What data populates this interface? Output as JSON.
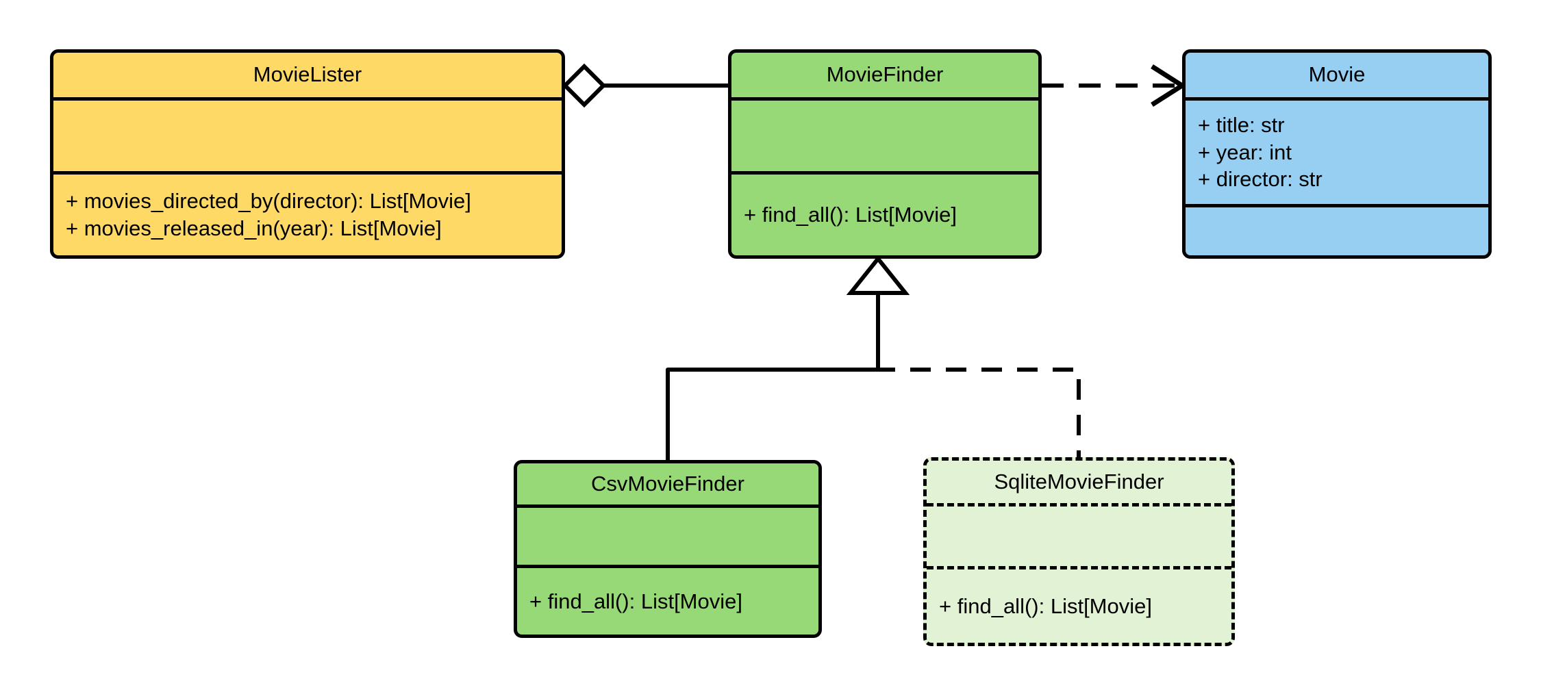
{
  "diagram": {
    "kind": "uml-class-diagram",
    "title": "MovieLister dependency injection class diagram",
    "background": "#ffffff",
    "line_color": "#000000",
    "text_color": "#000000"
  },
  "palette": {
    "yellow_fill": "#FFD966",
    "green_fill": "#97D977",
    "blue_fill": "#97CFF2",
    "pale_green_fill": "#E2F2D5",
    "stroke": "#000000"
  },
  "classes": {
    "movie_lister": {
      "name": "MovieLister",
      "fill": "#FFD966",
      "style": "solid",
      "attributes": [],
      "methods": [
        "+ movies_directed_by(director): List[Movie]",
        "+ movies_released_in(year): List[Movie]"
      ]
    },
    "movie_finder": {
      "name": "MovieFinder",
      "fill": "#97D977",
      "style": "solid",
      "attributes": [],
      "methods": [
        "+ find_all(): List[Movie]"
      ]
    },
    "movie": {
      "name": "Movie",
      "fill": "#97CFF2",
      "style": "solid",
      "attributes": [
        "+ title: str",
        "+ year: int",
        "+ director: str"
      ],
      "methods": []
    },
    "csv_movie_finder": {
      "name": "CsvMovieFinder",
      "fill": "#97D977",
      "style": "solid",
      "attributes": [],
      "methods": [
        "+ find_all(): List[Movie]"
      ]
    },
    "sqlite_movie_finder": {
      "name": "SqliteMovieFinder",
      "fill": "#E2F2D5",
      "style": "dashed",
      "attributes": [],
      "methods": [
        "+ find_all(): List[Movie]"
      ]
    }
  },
  "relationships": [
    {
      "id": "aggregation",
      "type": "aggregation",
      "from": "MovieLister",
      "to": "MovieFinder",
      "line_style": "solid",
      "source_marker": "hollow-diamond",
      "target_marker": "none"
    },
    {
      "id": "dependency",
      "type": "dependency",
      "from": "MovieFinder",
      "to": "Movie",
      "line_style": "dashed",
      "source_marker": "none",
      "target_marker": "open-arrow"
    },
    {
      "id": "generalization-csv",
      "type": "generalization",
      "from": "CsvMovieFinder",
      "to": "MovieFinder",
      "line_style": "solid",
      "source_marker": "none",
      "target_marker": "hollow-triangle"
    },
    {
      "id": "generalization-sqlite",
      "type": "generalization",
      "from": "SqliteMovieFinder",
      "to": "MovieFinder",
      "line_style": "dashed",
      "source_marker": "none",
      "target_marker": "hollow-triangle"
    }
  ]
}
